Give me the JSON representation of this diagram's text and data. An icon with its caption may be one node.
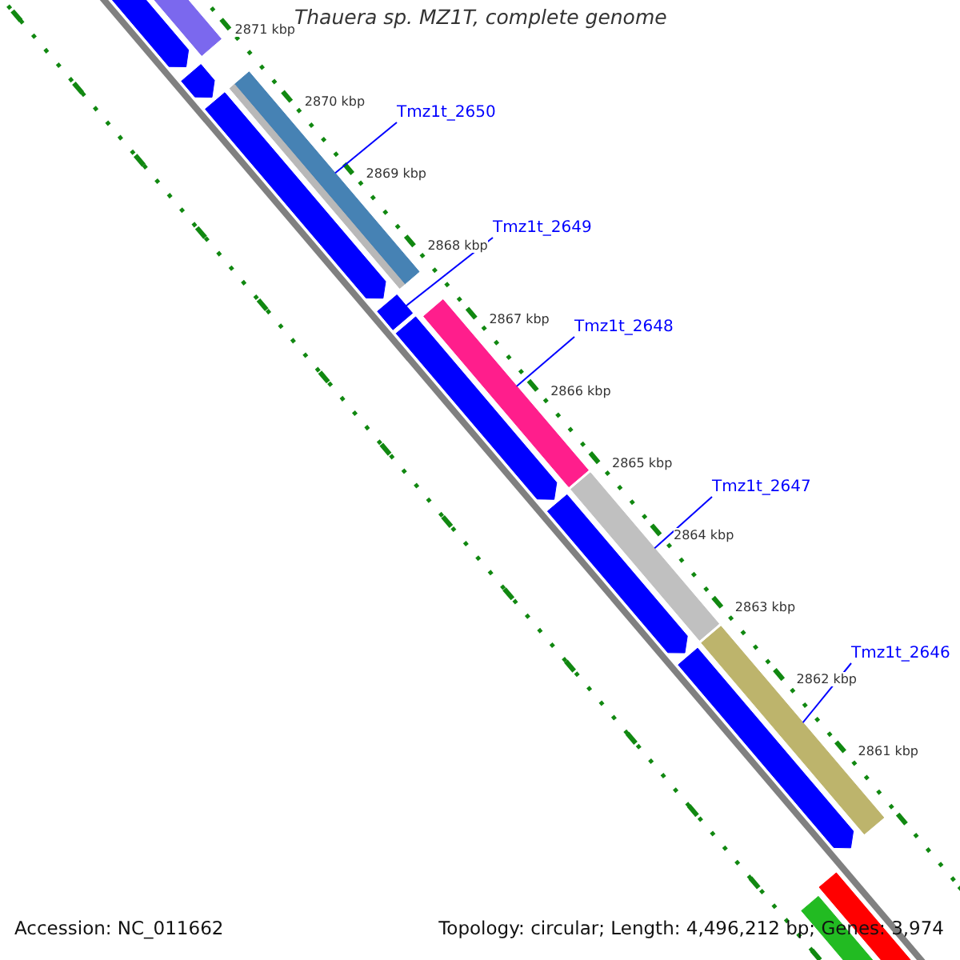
{
  "diagram": {
    "title": "Thauera sp. MZ1T, complete genome",
    "nodes": [
      {
        "text": [
          "Tmz1t_2650"
        ]
      },
      {
        "text": [],
        "shape": "bar"
      },
      {
        "text": [
          "Tmz1t_2649"
        ]
      },
      {
        "text": [],
        "shape": "bar"
      },
      {
        "text": [
          "Tmz1t_2648"
        ]
      },
      {
        "text": [],
        "shape": "bar"
      },
      {
        "text": [
          "Tmz1t_2647"
        ]
      },
      {
        "text": [],
        "shape": "bar"
      },
      {
        "text": [
          "Tmz1t_2646"
        ]
      },
      {
        "text": [],
        "shape": "bar"
      }
    ],
    "edges": [
      {
        "from": 0,
        "to": 1,
        "arrow": "none"
      },
      {
        "from": 2,
        "to": 3,
        "arrow": "none"
      },
      {
        "from": 4,
        "to": 5,
        "arrow": "none"
      },
      {
        "from": 6,
        "to": 7,
        "arrow": "none"
      },
      {
        "from": 8,
        "to": 9,
        "arrow": "none"
      }
    ],
    "labels": [
      "2871 kbp",
      "2870 kbp",
      "2869 kbp",
      "2868 kbp",
      "2867 kbp",
      "2866 kbp",
      "2865 kbp",
      "2864 kbp",
      "2863 kbp",
      "2862 kbp",
      "2861 kbp",
      "Accession: NC_011662",
      "Topology: circular; Length: 4,496,212 bp; Genes: 3,974"
    ]
  }
}
